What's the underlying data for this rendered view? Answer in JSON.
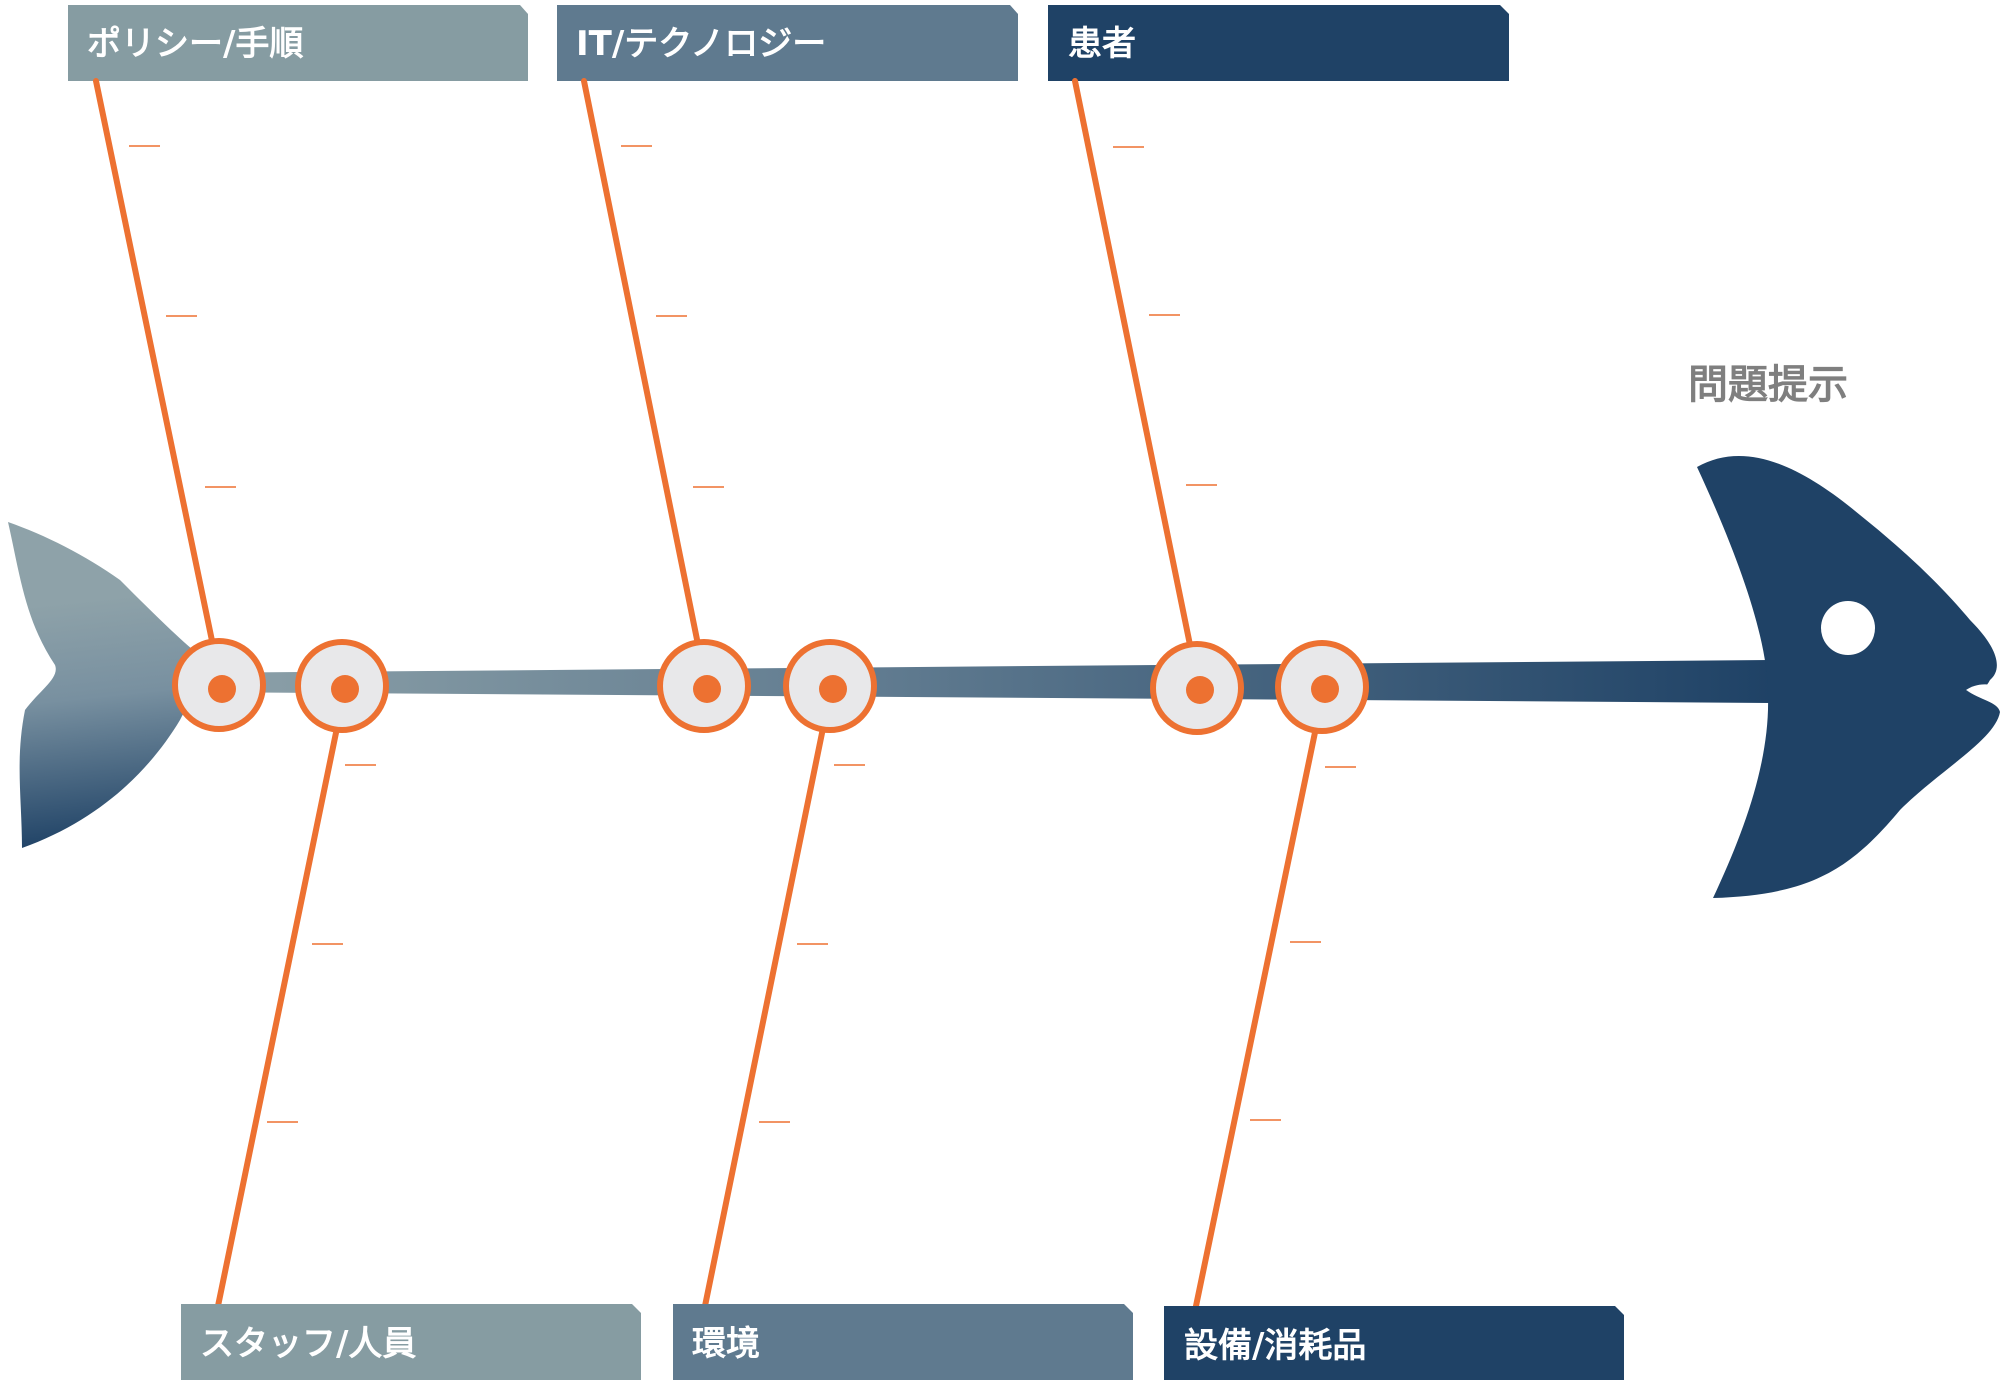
{
  "diagram": {
    "type": "fishbone",
    "problem": {
      "label": "問題提示"
    },
    "categories": [
      {
        "label": "ポリシー/手順",
        "position": "top",
        "color": "#869ca2"
      },
      {
        "label": "IT/テクノロジー",
        "position": "top",
        "color": "#5f7a8f"
      },
      {
        "label": "患者",
        "position": "top",
        "color": "#1f4266"
      },
      {
        "label": "スタッフ/人員",
        "position": "bottom",
        "color": "#869ca2"
      },
      {
        "label": "環境",
        "position": "bottom",
        "color": "#5f7a8f"
      },
      {
        "label": "設備/消耗品",
        "position": "bottom",
        "color": "#1f4266"
      }
    ],
    "colors": {
      "bone": "#ed7131",
      "spine_start": "#8ea2a9",
      "spine_end": "#1f4266",
      "fish_head": "#1f4266",
      "joint_fill": "#e8e8ea",
      "problem_text": "#7f7f7f"
    }
  }
}
